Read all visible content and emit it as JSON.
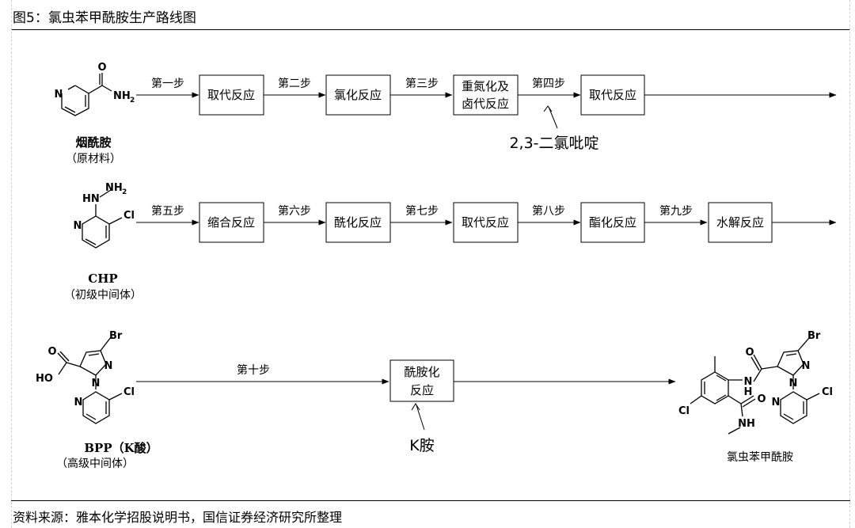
{
  "header": {
    "title": "图5：氯虫苯甲酰胺生产路线图"
  },
  "footer": {
    "source": "资料来源：雅本化学招股说明书，国信证券经济研究所整理"
  },
  "row1": {
    "mol_name": "烟酰胺",
    "mol_sub": "（原材料）",
    "steps": [
      "第一步",
      "第二步",
      "第三步",
      "第四步"
    ],
    "boxes": [
      "取代反应",
      "氯化反应",
      "重氮化及",
      "卤代反应",
      "取代反应"
    ],
    "reagent": "2,3-二氯吡啶"
  },
  "row2": {
    "mol_name": "CHP",
    "mol_sub": "（初级中间体）",
    "steps": [
      "第五步",
      "第六步",
      "第七步",
      "第八步",
      "第九步"
    ],
    "boxes": [
      "缩合反应",
      "酰化反应",
      "取代反应",
      "酯化反应",
      "水解反应"
    ]
  },
  "row3": {
    "mol_name": "BPP（K酸）",
    "mol_sub": "（高级中间体）",
    "step": "第十步",
    "box_line1": "酰胺化",
    "box_line2": "反应",
    "reagent": "K胺",
    "product": "氯虫苯甲酰胺"
  },
  "atoms": {
    "N": "N",
    "NH2": "NH",
    "sub2": "2",
    "O": "O",
    "HN": "HN",
    "Cl": "Cl",
    "Br": "Br",
    "HO": "HO",
    "H": "H",
    "NH": "NH"
  }
}
